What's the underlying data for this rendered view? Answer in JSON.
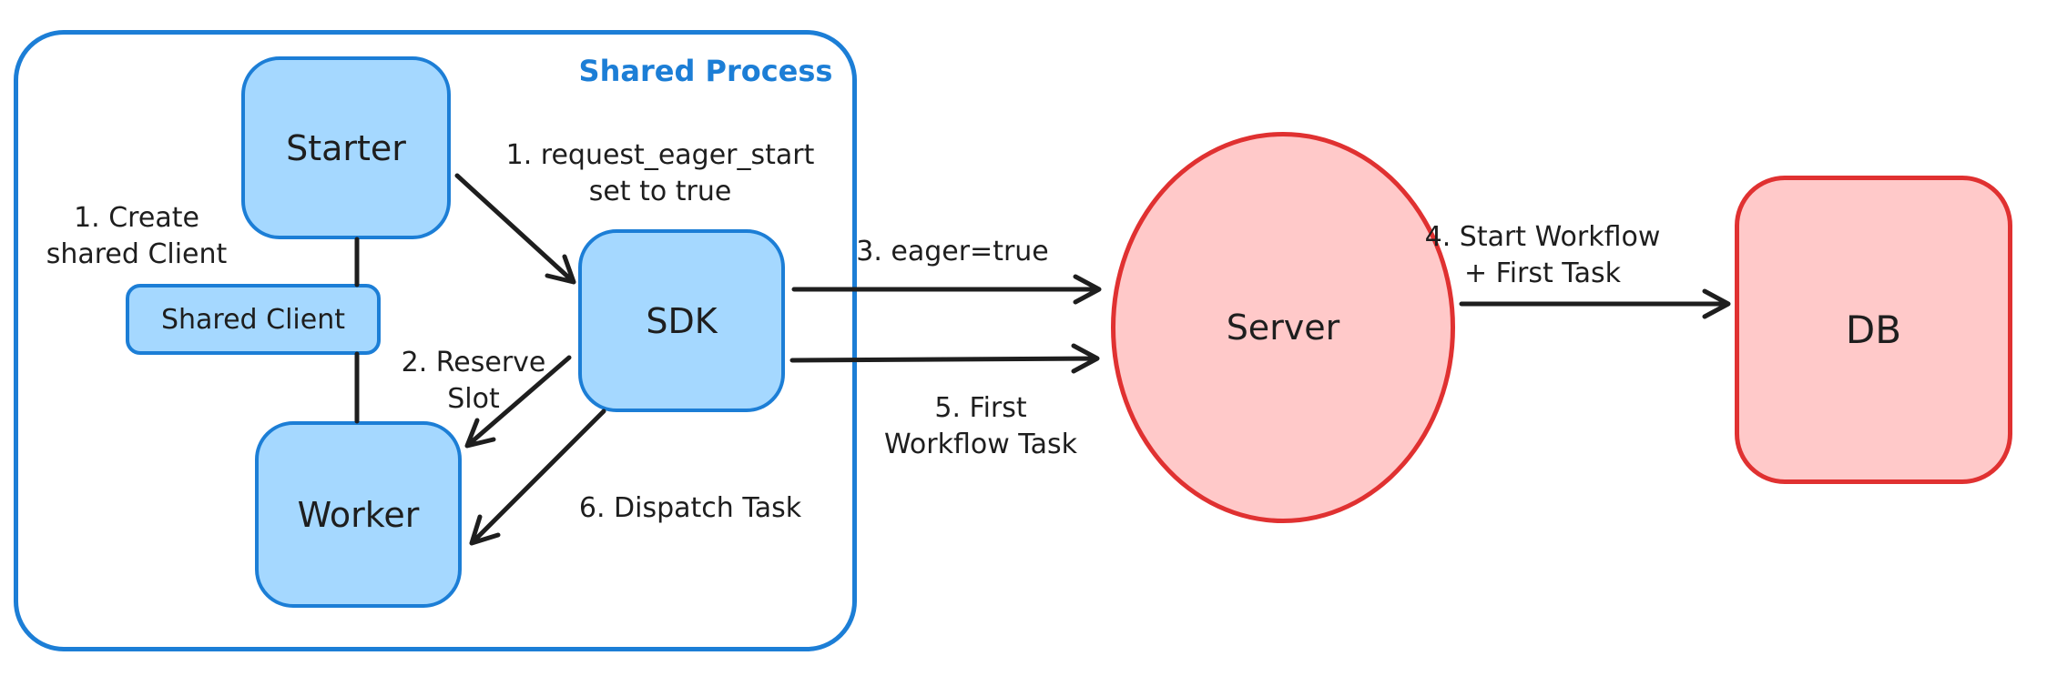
{
  "colors": {
    "blue_stroke": "#1c7ed6",
    "blue_fill": "#a5d8ff",
    "red_stroke": "#e03131",
    "red_fill": "#ffc9c9",
    "ink": "#1e1e1e",
    "canvas_background": "#ffffff"
  },
  "shared_process": {
    "label": "Shared Process",
    "nodes": {
      "starter": {
        "label": "Starter"
      },
      "shared_client": {
        "label": "Shared Client"
      },
      "worker": {
        "label": "Worker"
      },
      "sdk": {
        "label": "SDK"
      }
    },
    "annotations": {
      "create_client": "1. Create\nshared Client",
      "request_eager": "1. request_eager_start\nset to true",
      "reserve_slot": "2. Reserve\nSlot",
      "dispatch_task": "6. Dispatch Task"
    }
  },
  "external_nodes": {
    "server": {
      "label": "Server"
    },
    "db": {
      "label": "DB"
    }
  },
  "flow_annotations": {
    "eager_true": "3. eager=true",
    "first_workflow_task": "5. First\nWorkflow Task",
    "start_workflow": "4. Start Workflow\n+ First Task"
  }
}
